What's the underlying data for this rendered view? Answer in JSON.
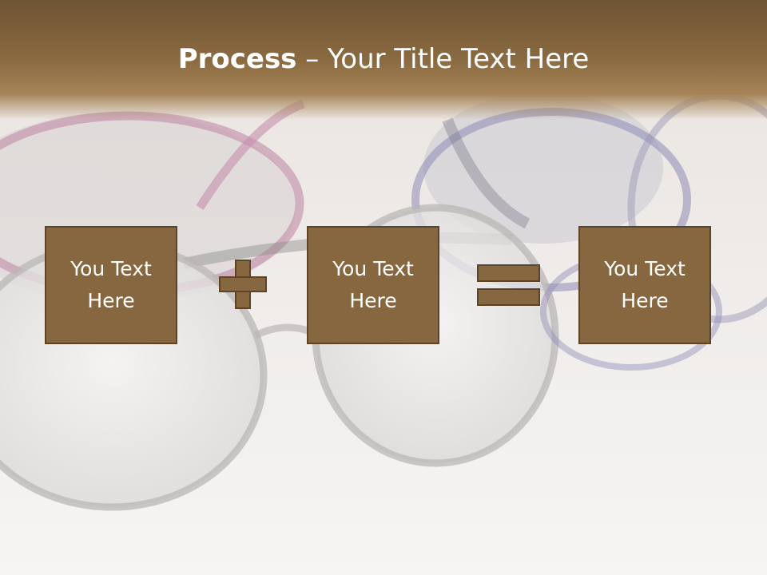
{
  "slide": {
    "title_bold": "Process",
    "title_rest": " – Your Title Text Here",
    "boxes": [
      {
        "line1": "You Text",
        "line2": "Here"
      },
      {
        "line1": "You Text",
        "line2": "Here"
      },
      {
        "line1": "You Text",
        "line2": "Here"
      }
    ],
    "operators": [
      "plus-icon",
      "equals-icon"
    ]
  },
  "colors": {
    "box_fill": "#87673f",
    "box_border": "#5d4426",
    "title_band": "#7a5c38",
    "title_text": "#ffffff"
  }
}
